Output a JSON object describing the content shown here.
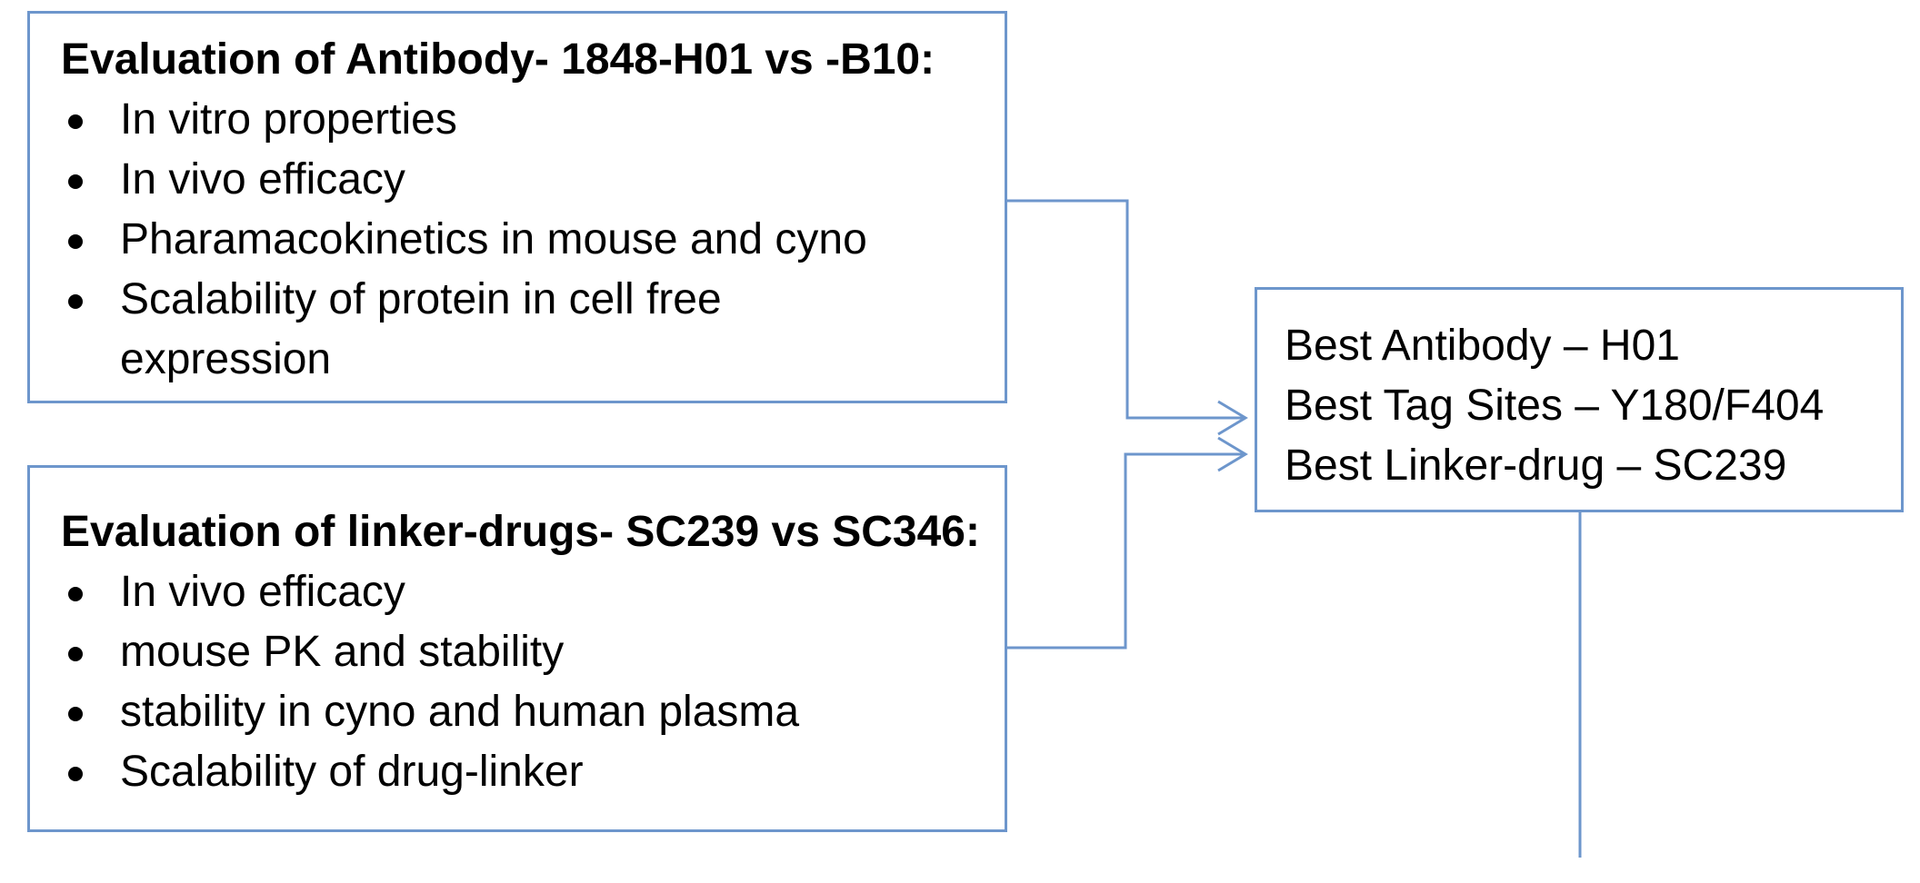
{
  "diagram": {
    "line_color": "#6d96cc",
    "antibody_box": {
      "heading": "Evaluation of Antibody-  1848-H01 vs -B10:",
      "items": [
        "In vitro properties",
        "In vivo efficacy",
        "Pharamacokinetics in mouse and cyno",
        "Scalability of protein in cell free",
        "expression"
      ]
    },
    "linker_box": {
      "heading": "Evaluation of linker-drugs-  SC239 vs SC346:",
      "items": [
        "In vivo efficacy",
        "mouse PK and stability",
        "stability in cyno and human plasma",
        "Scalability of drug-linker"
      ]
    },
    "result_box": {
      "lines": [
        "Best Antibody  – H01",
        "Best Tag Sites – Y180/F404",
        "Best Linker-drug – SC239"
      ]
    }
  }
}
